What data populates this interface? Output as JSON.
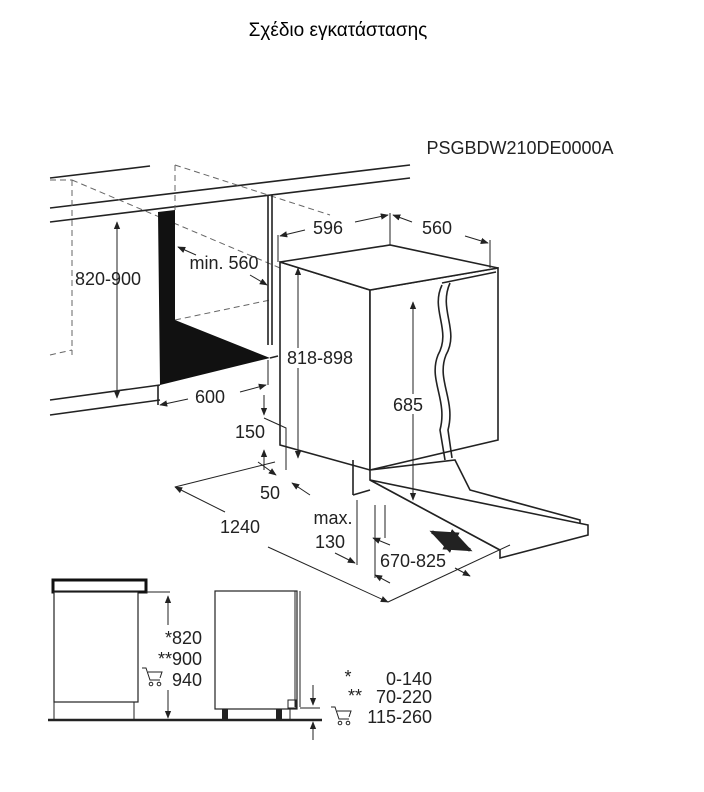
{
  "title": "Σχέδιο εγκατάστασης",
  "model_code": "PSGBDW210DE0000A",
  "main_diagram": {
    "niche_height": "820-900",
    "niche_min_depth": "min. 560",
    "niche_width": "600",
    "appliance_width": "596",
    "appliance_depth": "560",
    "appliance_height": "818-898",
    "door_height": "685",
    "plinth_height": "150",
    "plinth_setback": "50",
    "total_depth_door_open": "1240",
    "max_label": "max.",
    "max_value": "130",
    "door_projection": "670-825"
  },
  "side_diagram": {
    "heights": [
      "*820",
      "**900",
      "940"
    ],
    "adjustments": [
      {
        "mark": "*",
        "value": "0-140"
      },
      {
        "mark": "**",
        "value": "70-220"
      },
      {
        "mark": "cart",
        "value": "115-260"
      }
    ]
  }
}
